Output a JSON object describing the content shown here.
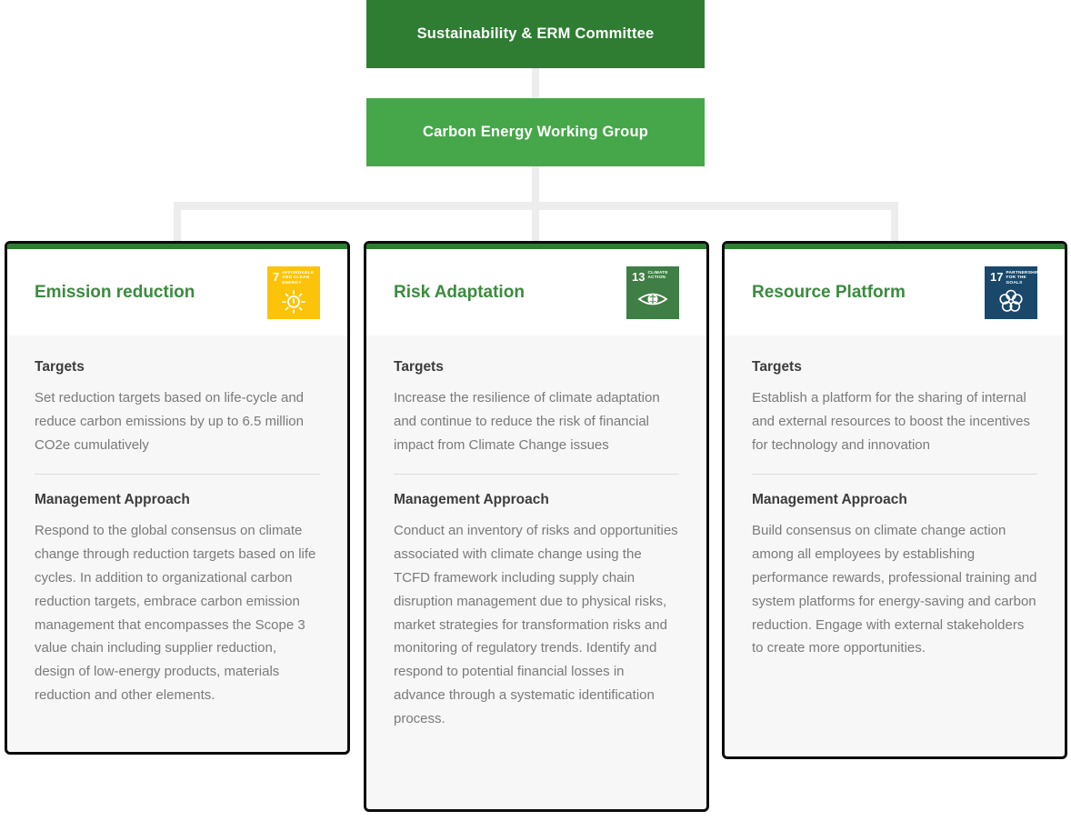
{
  "hierarchy": {
    "committee": "Sustainability & ERM Committee",
    "working_group": "Carbon Energy Working Group"
  },
  "colors": {
    "committee_green": "#2E7D32",
    "working_group_green": "#46A74A",
    "card_title_green": "#3A8B3E",
    "connector_gray": "#EDEDED",
    "card_border_black": "#0C0C0C",
    "sdg7_yellow": "#FCC30B",
    "sdg13_green": "#3F7E44",
    "sdg17_navy": "#19486A"
  },
  "cards": [
    {
      "title": "Emission reduction",
      "sdg": {
        "number": "7",
        "label": "Affordable and Clean Energy",
        "color": "#FCC30B",
        "icon": "sun-icon"
      },
      "sections": [
        {
          "heading": "Targets",
          "text": "Set reduction targets based on life-cycle and reduce carbon emissions by up to 6.5 million CO2e cumulatively"
        },
        {
          "heading": "Management Approach",
          "text": "Respond to the global consensus on climate change through reduction targets based on life cycles. In addition to organizational carbon reduction targets, embrace carbon emission management that encompasses the Scope 3 value chain including supplier reduction, design of low-energy products, materials reduction and other elements."
        }
      ]
    },
    {
      "title": "Risk Adaptation",
      "sdg": {
        "number": "13",
        "label": "Climate Action",
        "color": "#3F7E44",
        "icon": "eye-globe-icon"
      },
      "sections": [
        {
          "heading": "Targets",
          "text": "Increase the resilience of climate adaptation and continue to reduce the risk of financial impact from Climate Change issues"
        },
        {
          "heading": "Management Approach",
          "text": "Conduct an inventory of risks and opportunities associated with climate change using the TCFD framework including supply chain disruption management due to physical risks, market strategies for transformation risks and monitoring of regulatory trends. Identify and respond to potential financial losses in advance through a systematic identification process."
        }
      ]
    },
    {
      "title": "Resource Platform",
      "sdg": {
        "number": "17",
        "label": "Partnerships for the Goals",
        "color": "#19486A",
        "icon": "linked-rings-icon"
      },
      "sections": [
        {
          "heading": "Targets",
          "text": "Establish a platform for the sharing of internal and external resources to boost the incentives for technology and innovation"
        },
        {
          "heading": "Management Approach",
          "text": "Build consensus on climate change action among all employees by establishing performance rewards, professional training and system platforms for energy-saving and carbon reduction. Engage with external stakeholders to create more opportunities."
        }
      ]
    }
  ]
}
